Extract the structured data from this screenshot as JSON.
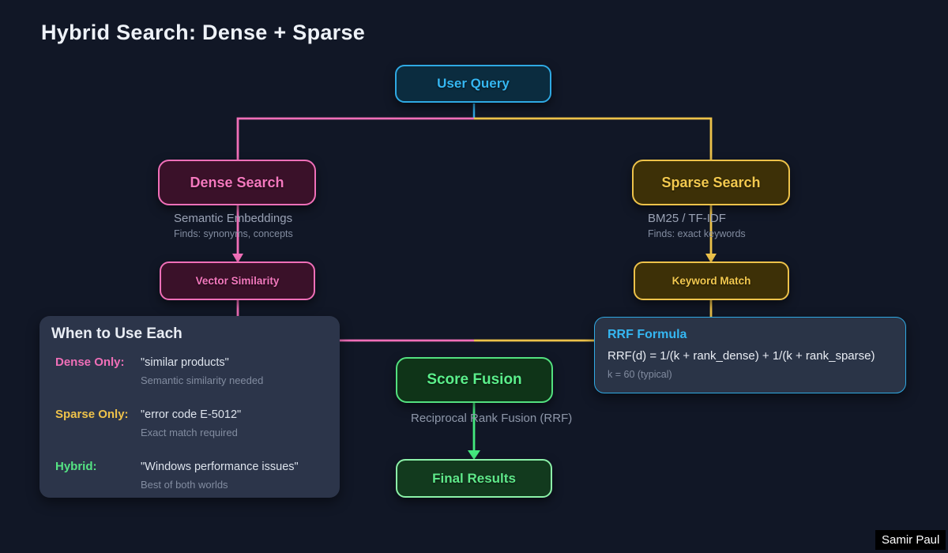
{
  "title": "Hybrid Search: Dense + Sparse",
  "author": "Samir Paul",
  "colors": {
    "background": "#111726",
    "cyan": "#2fa9e3",
    "pink": "#f06fb8",
    "yellow": "#edc24a",
    "green": "#53e07f",
    "panel": "#2c354a"
  },
  "nodes": {
    "user_query": {
      "label": "User Query"
    },
    "dense_search": {
      "label": "Dense Search",
      "line1": "Semantic Embeddings",
      "line2": "Finds: synonyms, concepts"
    },
    "sparse_search": {
      "label": "Sparse Search",
      "line1": "BM25 / TF-IDF",
      "line2": "Finds: exact keywords"
    },
    "vector_similarity": {
      "label": "Vector Similarity"
    },
    "keyword_match": {
      "label": "Keyword Match"
    },
    "score_fusion": {
      "label": "Score Fusion",
      "caption": "Reciprocal Rank Fusion (RRF)"
    },
    "final_results": {
      "label": "Final Results"
    }
  },
  "when_panel": {
    "title": "When to Use Each",
    "rows": [
      {
        "label": "Dense Only:",
        "example": "\"similar products\"",
        "note": "Semantic similarity needed",
        "accent": "#f06fb8"
      },
      {
        "label": "Sparse Only:",
        "example": "\"error code E-5012\"",
        "note": "Exact match required",
        "accent": "#eec24a"
      },
      {
        "label": "Hybrid:",
        "example": "\"Windows performance issues\"",
        "note": "Best of both worlds",
        "accent": "#55e383"
      }
    ]
  },
  "rrf_panel": {
    "title": "RRF Formula",
    "formula": "RRF(d) = 1/(k + rank_dense) + 1/(k + rank_sparse)",
    "note": "k = 60 (typical)"
  }
}
